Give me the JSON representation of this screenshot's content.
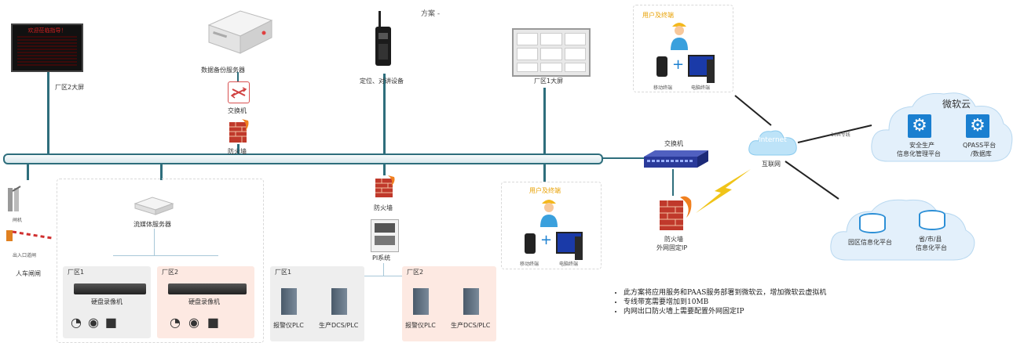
{
  "title": "方案 -",
  "screen_text": "欢迎莅临指导！",
  "labels": {
    "plant2_screen": "厂区2大屏",
    "data_backup_server": "数据备份服务器",
    "switch_top": "交换机",
    "firewall_top": "防火墙",
    "locator": "定位、对讲设备",
    "plant1_screen": "厂区1大屏",
    "users_top": "用户及终端",
    "mobile_top": "移动终端",
    "pc_top": "电脑终端",
    "switch_right": "交换机",
    "firewall_right": "防火墙",
    "firewall_right_sub": "外网固定IP",
    "internet": "Internet",
    "internet_label": "互联网",
    "link_bandwidth": "10M专线",
    "azure": "微软云",
    "azure_app1_l1": "安全生产",
    "azure_app1_l2": "信息化管理平台",
    "azure_app2_l1": "QPASS平台",
    "azure_app2_l2": "/数据库",
    "gov_platform1": "园区信息化平台",
    "gov_platform2_l1": "省/市/县",
    "gov_platform2_l2": "信息化平台",
    "gate": "闸机",
    "barrier": "出入口道闸",
    "people_vehicle_gate": "人车闸闸",
    "stream_server": "流媒体服务器",
    "firewall_mid": "防火墙",
    "pi_system": "PI系统",
    "users_mid": "用户及终端",
    "mobile_mid": "移动终端",
    "pc_mid": "电脑终端",
    "plant1": "厂区1",
    "plant2": "厂区2",
    "nvr": "硬盘录像机",
    "alarm_plc": "报警仪PLC",
    "dcs_plc": "生产DCS/PLC"
  },
  "notes": [
    "此方案将应用服务和PAAS服务部署到微软云，增加微软云虚拟机",
    "专线带宽需要增加到10MB",
    "内网出口防火墙上需要配置外网固定IP"
  ],
  "colors": {
    "bus": "#2e6e7c",
    "plant1_bg": "#eeeeee",
    "plant2_bg": "#fde9e2",
    "accent_blue": "#1a7fd0",
    "firewall": "#c0392b",
    "lightning": "#f0c419"
  }
}
